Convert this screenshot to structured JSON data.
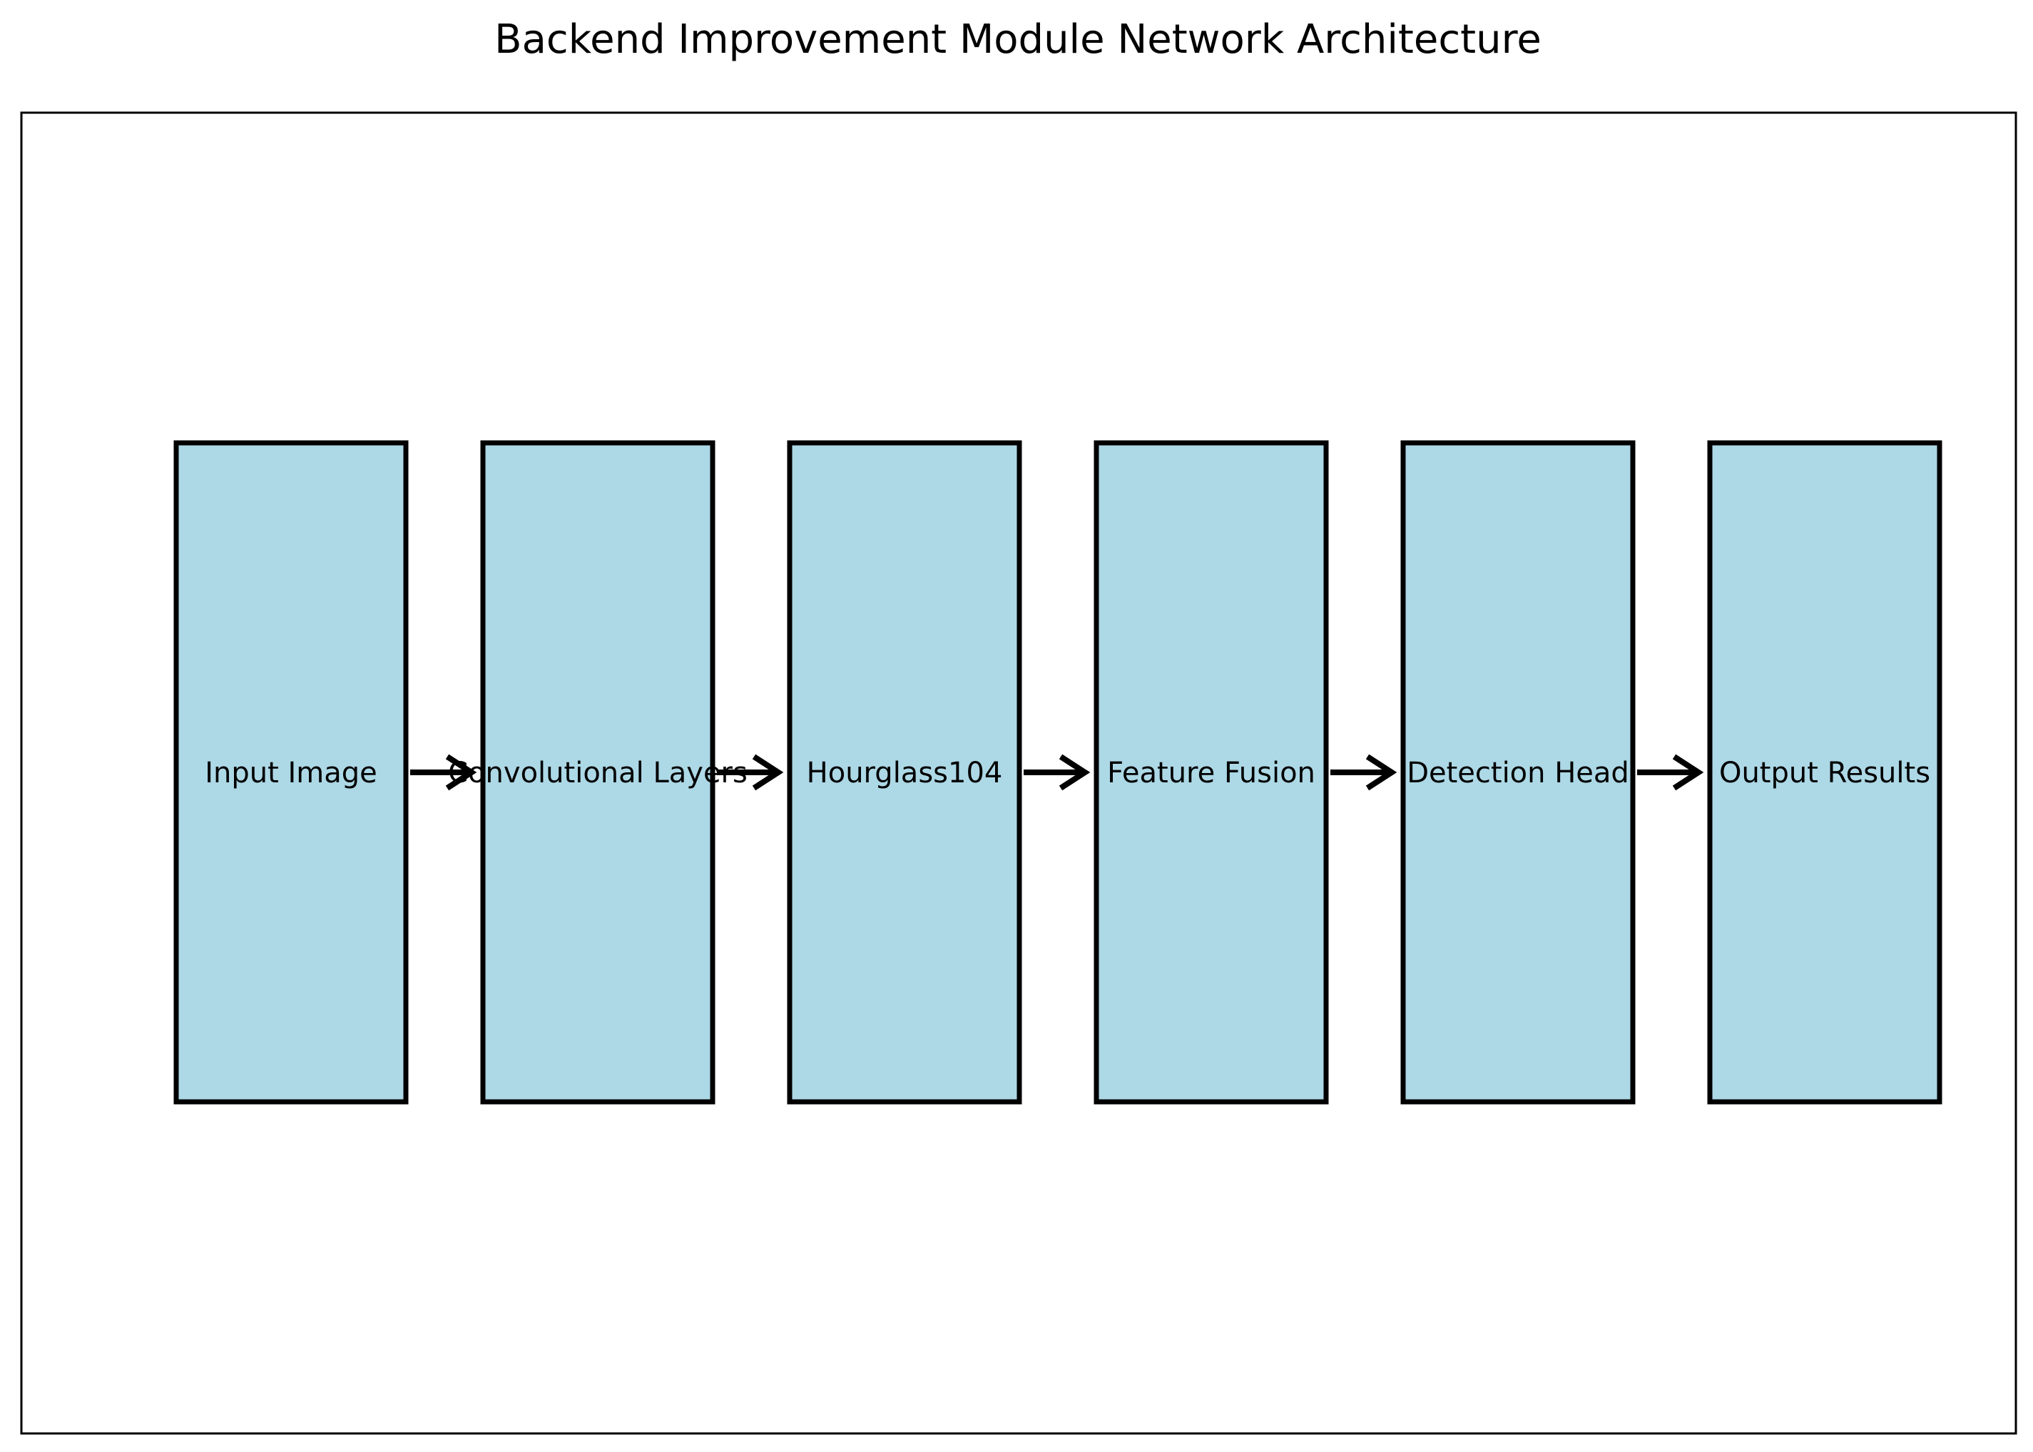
{
  "title": "Backend Improvement Module Network Architecture",
  "colors": {
    "box_fill": "#add8e6",
    "box_stroke": "#000000",
    "arrow": "#000000",
    "frame": "#000000",
    "background": "#ffffff"
  },
  "nodes": [
    {
      "id": "input",
      "label": "Input Image"
    },
    {
      "id": "conv",
      "label": "Convolutional Layers"
    },
    {
      "id": "hourglass",
      "label": "Hourglass104"
    },
    {
      "id": "fusion",
      "label": "Feature Fusion"
    },
    {
      "id": "head",
      "label": "Detection Head"
    },
    {
      "id": "output",
      "label": "Output Results"
    }
  ],
  "edges": [
    {
      "from": "input",
      "to": "conv"
    },
    {
      "from": "conv",
      "to": "hourglass"
    },
    {
      "from": "hourglass",
      "to": "fusion"
    },
    {
      "from": "fusion",
      "to": "head"
    },
    {
      "from": "head",
      "to": "output"
    }
  ]
}
